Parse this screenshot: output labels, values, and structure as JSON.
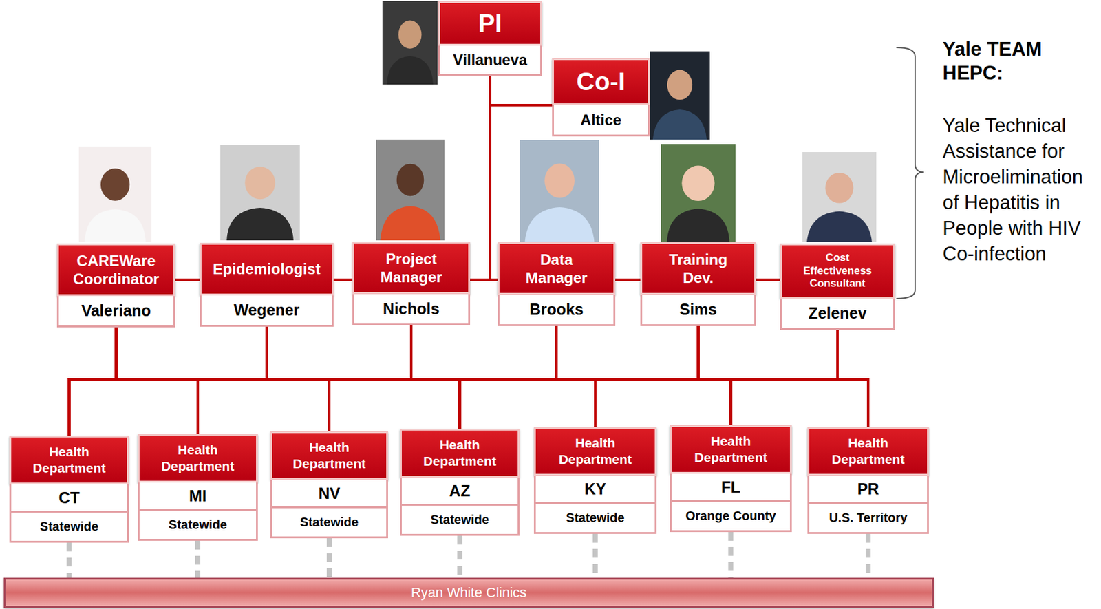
{
  "diagram": {
    "nodes": [
      {
        "text": [
          "PI",
          "Villanueva"
        ]
      },
      {
        "text": [
          "Co-I",
          "Altice"
        ]
      },
      {
        "text": [
          "CAREWare Coordinator",
          "Valeriano"
        ]
      },
      {
        "text": [
          "Epidemiologist",
          "Wegener"
        ]
      },
      {
        "text": [
          "Project Manager",
          "Nichols"
        ]
      },
      {
        "text": [
          "Data Manager",
          "Brooks"
        ]
      },
      {
        "text": [
          "Training Dev.",
          "Sims"
        ]
      },
      {
        "text": [
          "Cost Effectiveness Consultant",
          "Zelenev"
        ]
      },
      {
        "text": [
          "Health Department",
          "CT",
          "Statewide"
        ]
      },
      {
        "text": [
          "Health Department",
          "MI",
          "Statewide"
        ]
      },
      {
        "text": [
          "Health Department",
          "NV",
          "Statewide"
        ]
      },
      {
        "text": [
          "Health Department",
          "AZ",
          "Statewide"
        ]
      },
      {
        "text": [
          "Health Department",
          "KY",
          "Statewide"
        ]
      },
      {
        "text": [
          "Health Department",
          "FL",
          "Orange County"
        ]
      },
      {
        "text": [
          "Health Department",
          "PR",
          "U.S. Territory"
        ]
      },
      {
        "text": [
          "Ryan White Clinics"
        ]
      }
    ],
    "edges": [
      {
        "from": 1,
        "to": 0,
        "arrow": "none"
      },
      {
        "from": 0,
        "to": 2,
        "arrow": "none"
      },
      {
        "from": 0,
        "to": 3,
        "arrow": "none"
      },
      {
        "from": 0,
        "to": 4,
        "arrow": "none"
      },
      {
        "from": 0,
        "to": 5,
        "arrow": "none"
      },
      {
        "from": 0,
        "to": 6,
        "arrow": "none"
      },
      {
        "from": 0,
        "to": 7,
        "arrow": "none"
      },
      {
        "from": 2,
        "to": 3,
        "arrow": "none"
      },
      {
        "from": 3,
        "to": 4,
        "arrow": "none"
      },
      {
        "from": 4,
        "to": 5,
        "arrow": "none"
      },
      {
        "from": 5,
        "to": 6,
        "arrow": "none"
      },
      {
        "from": 6,
        "to": 7,
        "arrow": "none"
      },
      {
        "from": 2,
        "to": 8,
        "arrow": "none"
      },
      {
        "from": 2,
        "to": 9,
        "arrow": "none"
      },
      {
        "from": 2,
        "to": 10,
        "arrow": "none"
      },
      {
        "from": 2,
        "to": 11,
        "arrow": "none"
      },
      {
        "from": 2,
        "to": 12,
        "arrow": "none"
      },
      {
        "from": 2,
        "to": 13,
        "arrow": "none"
      },
      {
        "from": 2,
        "to": 14,
        "arrow": "none"
      },
      {
        "from": 3,
        "to": 8,
        "arrow": "none"
      },
      {
        "from": 3,
        "to": 9,
        "arrow": "none"
      },
      {
        "from": 3,
        "to": 10,
        "arrow": "none"
      },
      {
        "from": 3,
        "to": 11,
        "arrow": "none"
      },
      {
        "from": 3,
        "to": 12,
        "arrow": "none"
      },
      {
        "from": 3,
        "to": 13,
        "arrow": "none"
      },
      {
        "from": 3,
        "to": 14,
        "arrow": "none"
      },
      {
        "from": 4,
        "to": 8,
        "arrow": "none"
      },
      {
        "from": 4,
        "to": 9,
        "arrow": "none"
      },
      {
        "from": 4,
        "to": 10,
        "arrow": "none"
      },
      {
        "from": 4,
        "to": 11,
        "arrow": "none"
      },
      {
        "from": 4,
        "to": 12,
        "arrow": "none"
      },
      {
        "from": 4,
        "to": 13,
        "arrow": "none"
      },
      {
        "from": 4,
        "to": 14,
        "arrow": "none"
      },
      {
        "from": 5,
        "to": 8,
        "arrow": "none"
      },
      {
        "from": 5,
        "to": 9,
        "arrow": "none"
      },
      {
        "from": 5,
        "to": 10,
        "arrow": "none"
      },
      {
        "from": 5,
        "to": 11,
        "arrow": "none"
      },
      {
        "from": 5,
        "to": 12,
        "arrow": "none"
      },
      {
        "from": 5,
        "to": 13,
        "arrow": "none"
      },
      {
        "from": 5,
        "to": 14,
        "arrow": "none"
      },
      {
        "from": 6,
        "to": 8,
        "arrow": "none"
      },
      {
        "from": 6,
        "to": 9,
        "arrow": "none"
      },
      {
        "from": 6,
        "to": 10,
        "arrow": "none"
      },
      {
        "from": 6,
        "to": 11,
        "arrow": "none"
      },
      {
        "from": 6,
        "to": 12,
        "arrow": "none"
      },
      {
        "from": 6,
        "to": 13,
        "arrow": "none"
      },
      {
        "from": 6,
        "to": 14,
        "arrow": "none"
      },
      {
        "from": 7,
        "to": 8,
        "arrow": "none"
      },
      {
        "from": 7,
        "to": 9,
        "arrow": "none"
      },
      {
        "from": 7,
        "to": 10,
        "arrow": "none"
      },
      {
        "from": 7,
        "to": 11,
        "arrow": "none"
      },
      {
        "from": 7,
        "to": 12,
        "arrow": "none"
      },
      {
        "from": 7,
        "to": 13,
        "arrow": "none"
      },
      {
        "from": 7,
        "to": 14,
        "arrow": "none"
      },
      {
        "from": 8,
        "to": 15,
        "arrow": "none"
      },
      {
        "from": 9,
        "to": 15,
        "arrow": "none"
      },
      {
        "from": 10,
        "to": 15,
        "arrow": "none"
      },
      {
        "from": 11,
        "to": 15,
        "arrow": "none"
      },
      {
        "from": 12,
        "to": 15,
        "arrow": "none"
      },
      {
        "from": 13,
        "to": 15,
        "arrow": "none"
      },
      {
        "from": 14,
        "to": 15,
        "arrow": "none"
      }
    ],
    "labels": [
      "Yale TEAM HEPC:",
      "Yale Technical Assistance for Microelimination of Hepatitis in People with HIV Co-infection"
    ]
  }
}
